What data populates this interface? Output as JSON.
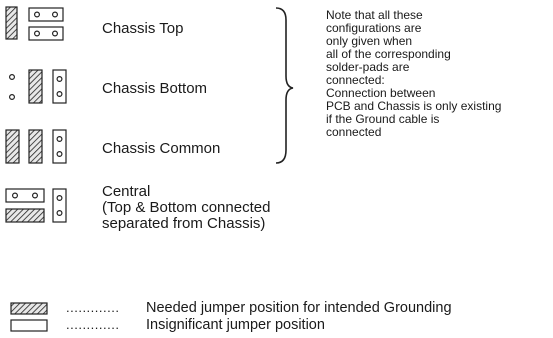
{
  "configs": {
    "top": "Chassis Top",
    "bottom": "Chassis Bottom",
    "common": "Chassis Common",
    "central": [
      "Central",
      "(Top & Bottom connected",
      "separated from Chassis)"
    ]
  },
  "note": [
    "Note that all these",
    "configurations are",
    "only given when",
    "all of the corresponding",
    "solder-pads are",
    "connected:",
    "Connection between",
    "PCB and Chassis is only existing",
    "if the Ground cable is",
    "connected"
  ],
  "legend": {
    "dots": ".............",
    "needed": "Needed jumper position for intended Grounding",
    "insignificant": "Insignificant jumper position"
  }
}
